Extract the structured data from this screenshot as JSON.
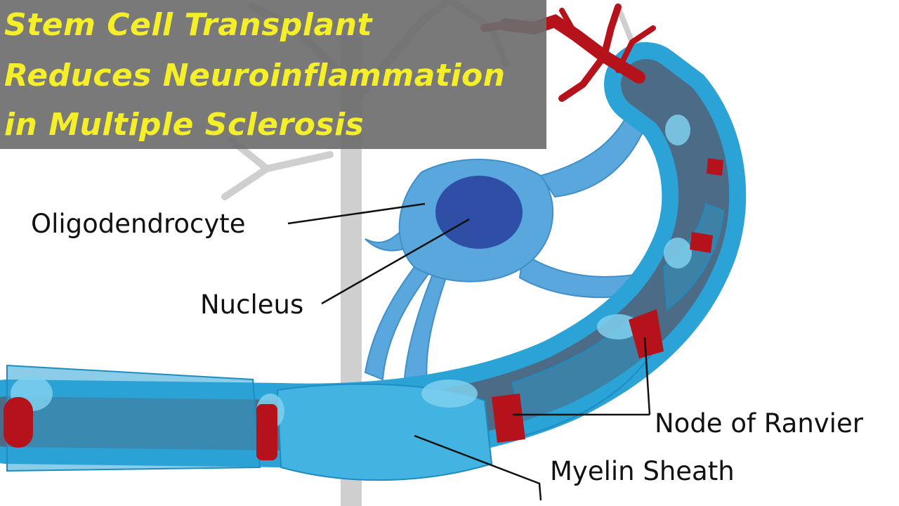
{
  "title": {
    "lines": [
      "Stem Cell Transplant",
      "Reduces Neuroinflammation",
      "in Multiple Sclerosis"
    ]
  },
  "labels": {
    "oligodendrocyte": "Oligodendrocyte",
    "nucleus": "Nucleus",
    "node_of_ranvier": "Node of Ranvier",
    "myelin_sheath": "Myelin Sheath"
  },
  "colors": {
    "title_text": "#f5ef2a",
    "title_panel": "#6e6e6e",
    "myelin": "#2ba3d6",
    "myelin_highlight": "#7fd0ee",
    "axon": "#4b6b86",
    "node": "#b5121b",
    "cell_body": "#5aa7dd",
    "nucleus": "#2f4ea6",
    "dendrite": "#b5121b",
    "background_neuron": "#c8c8c8"
  }
}
